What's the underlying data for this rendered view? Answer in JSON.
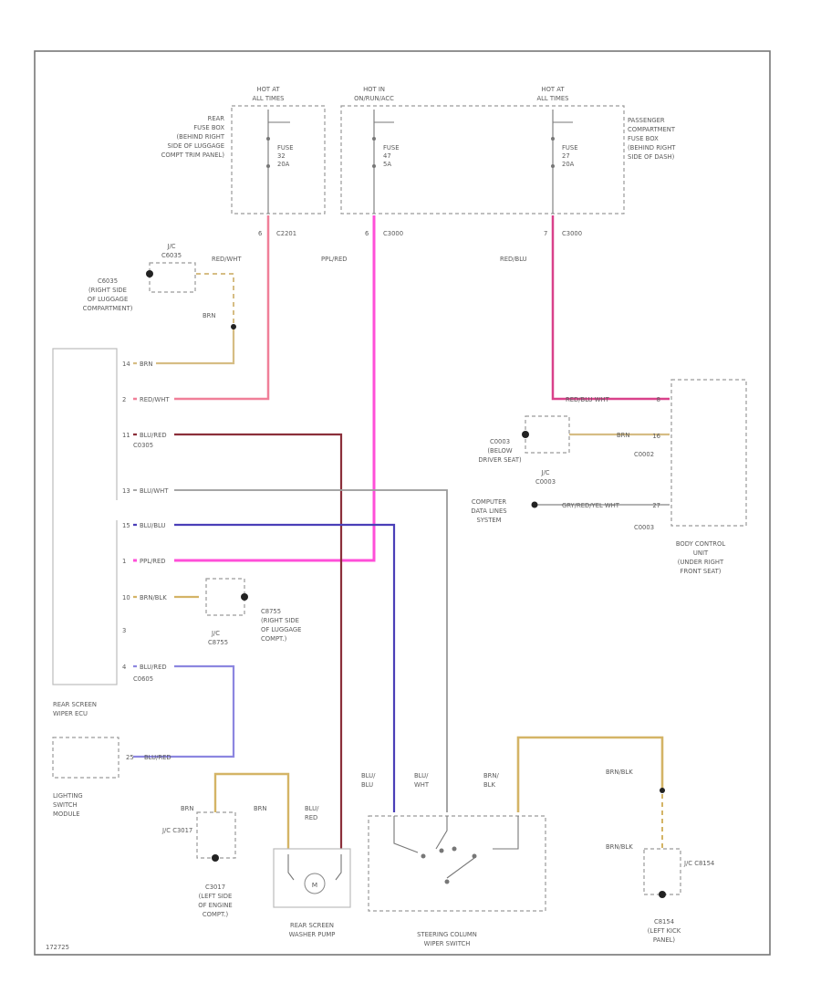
{
  "diagram_id": "172725",
  "fuse_boxes": {
    "rear": {
      "hot_label": [
        "HOT AT",
        "ALL TIMES"
      ],
      "location": [
        "REAR",
        "FUSE BOX",
        "(BEHIND RIGHT",
        "SIDE OF LUGGAGE",
        "COMPT TRIM PANEL)"
      ],
      "fuse": [
        "FUSE",
        "32",
        "20A"
      ],
      "connector": "C2201",
      "pin": "6"
    },
    "middle": {
      "hot_label": [
        "HOT IN",
        "ON/RUN/ACC"
      ],
      "fuse": [
        "FUSE",
        "47",
        "5A"
      ],
      "connector": "C3000",
      "pin": "6"
    },
    "passenger": {
      "hot_label": [
        "HOT AT",
        "ALL TIMES"
      ],
      "location": [
        "PASSENGER",
        "COMPARTMENT",
        "FUSE BOX",
        "(BEHIND RIGHT",
        "SIDE OF DASH)"
      ],
      "fuse": [
        "FUSE",
        "27",
        "20A"
      ],
      "connector": "C3000",
      "pin": "7"
    }
  },
  "wire_colors": {
    "red_wht": "#f07f98",
    "ppl_red": "#ff4fd8",
    "red_blu": "#d9418a",
    "brn": "#d6bd84",
    "blu_red_dark": "#8b2f3a",
    "blu_wht": "#9a9a9a",
    "blu_blu": "#4a3fb8",
    "blu_red_light": "#8c86e0",
    "brn_blk": "#d4b466"
  },
  "wire_labels": {
    "red_wht_top": "RED/WHT",
    "ppl_red_top": "PPL/RED",
    "red_blu_top": "RED/BLU",
    "brn_left": "BRN",
    "brn_right": "BRN",
    "brn_j_ground": "BRN",
    "brn_pump": "BRN",
    "blu_red_pump": [
      "BLU/",
      "RED"
    ],
    "sw_left": [
      "BLU/",
      "BLU"
    ],
    "sw_mid": [
      "BLU/",
      "WHT"
    ],
    "sw_right": [
      "BRN/",
      "BLK"
    ],
    "brn_blk_a": "BRN/BLK",
    "brn_blk_b": "BRN/BLK",
    "red_blu_wht": "RED/BLU WHT",
    "gray_data": "GRY/RED/YEL WHT"
  },
  "rear_wiper_ecu": {
    "title": [
      "REAR SCREEN",
      "WIPER ECU"
    ],
    "connector_top": "C0305",
    "connector_bottom": "C0605",
    "pins": [
      {
        "num": "14",
        "label": "BRN"
      },
      {
        "num": "2",
        "label": "RED/WHT"
      },
      {
        "num": "11",
        "label": "BLU/RED"
      },
      {
        "num": "13",
        "label": "BLU/WHT"
      },
      {
        "num": "15",
        "label": "BLU/BLU"
      },
      {
        "num": "1",
        "label": "PPL/RED"
      },
      {
        "num": "10",
        "label": "BRN/BLK"
      },
      {
        "num": "3",
        "label": ""
      },
      {
        "num": "4",
        "label": "BLU/RED"
      }
    ]
  },
  "lighting_module": {
    "title": [
      "LIGHTING",
      "SWITCH",
      "MODULE"
    ],
    "pin": "25",
    "wire": "BLU/RED"
  },
  "grounds": {
    "g_c6035": {
      "jc": [
        "J/C",
        "C6035"
      ],
      "name": "C6035",
      "desc": [
        "(RIGHT SIDE",
        "OF LUGGAGE",
        "COMPARTMENT)"
      ]
    },
    "g_c8755": {
      "jc": [
        "J/C",
        "C8755"
      ],
      "name": "C8755",
      "desc": [
        "(RIGHT SIDE",
        "OF LUGGAGE",
        "COMPT.)"
      ]
    },
    "g_c0003": {
      "jc": [
        "J/C",
        "C0003"
      ],
      "name": "C0003",
      "desc": [
        "(BELOW",
        "DRIVER SEAT)"
      ]
    },
    "g_c3017": {
      "jc": "J/C C3017",
      "name": "C3017",
      "desc": [
        "(LEFT SIDE",
        "OF ENGINE",
        "COMPT.)"
      ]
    },
    "g_c8154": {
      "jc": "J/C C8154",
      "name": "C8154",
      "desc": [
        "(LEFT KICK",
        "PANEL)"
      ]
    }
  },
  "body_control": {
    "title": [
      "BODY CONTROL",
      "UNIT",
      "(UNDER RIGHT",
      "FRONT SEAT)"
    ],
    "connector_top": "C0002",
    "connector_bottom": "C0003",
    "pins": [
      "8",
      "16",
      "27"
    ]
  },
  "data_lines": [
    "COMPUTER",
    "DATA LINES",
    "SYSTEM"
  ],
  "washer_pump": {
    "title": [
      "REAR SCREEN",
      "WASHER PUMP"
    ],
    "symbol": "M"
  },
  "steering_switch": {
    "title": [
      "STEERING COLUMN",
      "WIPER SWITCH"
    ]
  }
}
